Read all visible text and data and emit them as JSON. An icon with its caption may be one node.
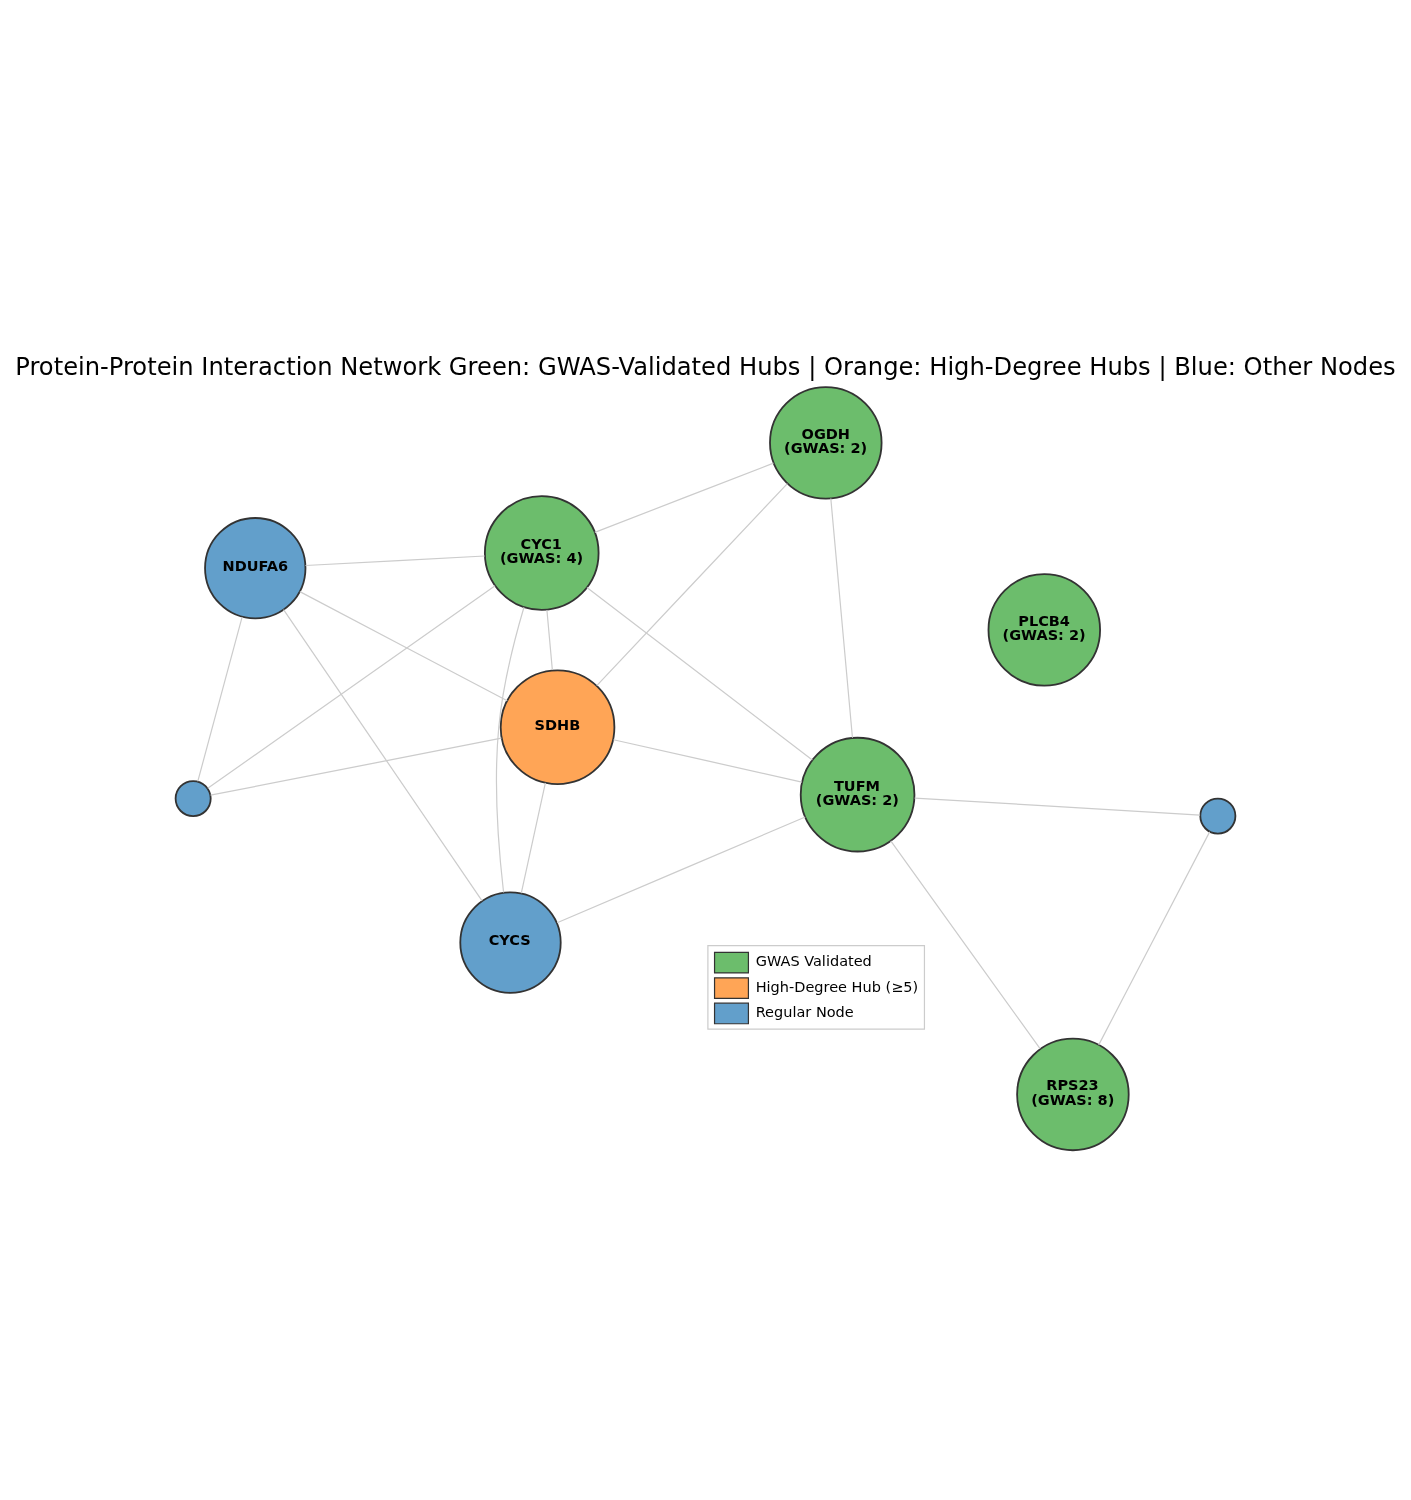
{
  "diagram": {
    "title": "Protein-Protein Interaction Network Green: GWAS-Validated Hubs | Orange: High-Degree Hubs | Blue: Other Nodes",
    "nodes": [
      {
        "text": [
          "NDUFA6"
        ]
      },
      {
        "text": [
          "TUFM",
          "(GWAS: 2)"
        ]
      },
      {
        "text": [
          "CYCS"
        ]
      },
      {
        "text": [
          "CYC1",
          "(GWAS: 4)"
        ]
      },
      {
        "text": [
          "OGDH",
          "(GWAS: 2)"
        ]
      },
      {
        "text": [
          "SDHB"
        ]
      },
      {
        "text": [],
        "shape": "circle"
      },
      {
        "text": [
          "PLCB4",
          "(GWAS: 2)"
        ]
      },
      {
        "text": [],
        "shape": "circle"
      },
      {
        "text": [
          "RPS23",
          "(GWAS: 8)"
        ]
      }
    ],
    "edges": [
      {
        "from": 0,
        "to": 2,
        "arrow": "none"
      },
      {
        "from": 0,
        "to": 6,
        "arrow": "none"
      },
      {
        "from": 0,
        "to": 3,
        "arrow": "none"
      },
      {
        "from": 0,
        "to": 5,
        "arrow": "none"
      },
      {
        "from": 1,
        "to": 2,
        "arrow": "none"
      },
      {
        "from": 1,
        "to": 4,
        "arrow": "none"
      },
      {
        "from": 1,
        "to": 8,
        "arrow": "none"
      },
      {
        "from": 1,
        "to": 9,
        "arrow": "none"
      },
      {
        "from": 1,
        "to": 3,
        "arrow": "none"
      },
      {
        "from": 1,
        "to": 5,
        "arrow": "none"
      },
      {
        "from": 2,
        "to": 3,
        "arrow": "none"
      },
      {
        "from": 2,
        "to": 5,
        "arrow": "none"
      },
      {
        "from": 3,
        "to": 4,
        "arrow": "none"
      },
      {
        "from": 3,
        "to": 6,
        "arrow": "none"
      },
      {
        "from": 3,
        "to": 5,
        "arrow": "none"
      },
      {
        "from": 4,
        "to": 5,
        "arrow": "none"
      },
      {
        "from": 5,
        "to": 6,
        "arrow": "none"
      },
      {
        "from": 8,
        "to": 9,
        "arrow": "none"
      }
    ],
    "legend": [
      {
        "text": "GWAS Validated",
        "color": "#6cbd6c"
      },
      {
        "text": "High-Degree Hub (≥5)",
        "color": "#ffa556"
      },
      {
        "text": "Regular Node",
        "color": "#629fcb"
      }
    ]
  }
}
